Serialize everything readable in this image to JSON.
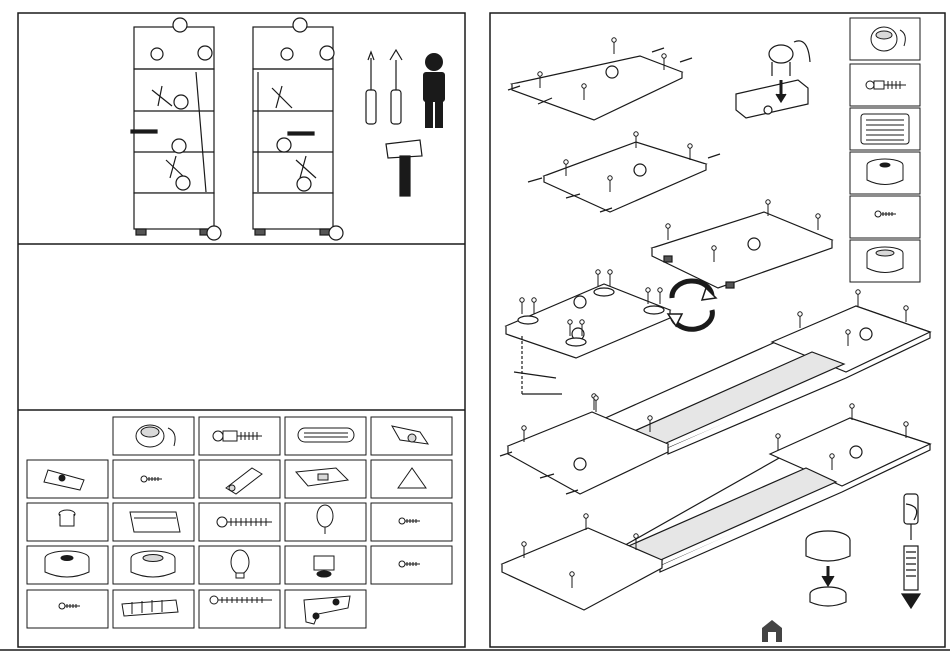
{
  "document": {
    "type": "furniture assembly instruction sheet",
    "pages": 2
  },
  "left_page": {
    "overview": {
      "views": [
        "front-view",
        "alternate-door-view"
      ],
      "tools": [
        "phillips-screwdriver",
        "flat-screwdriver",
        "two-person",
        "hammer"
      ]
    },
    "notes_panel": {
      "text": ""
    },
    "hardware_list": {
      "rows": [
        [
          "cam-lock-fitting",
          "cam-dowel-bolt",
          "wooden-dowel",
          "hinge"
        ],
        [
          "mounting-plate",
          "small-screw",
          "connector",
          "drawer-runner-clip",
          "corner-brace"
        ],
        [
          "shelf-support",
          "handle",
          "long-screw",
          "round-knob",
          "small-screw"
        ],
        [
          "foot-glider-large",
          "foot-glider-ring",
          "button-knob",
          "shelf-pin-clip",
          "small-screw"
        ],
        [
          "small-screw",
          "wall-plug",
          "long-wood-screw",
          "wall-bracket"
        ]
      ]
    }
  },
  "right_page": {
    "parts_legend": [
      "cam-lock-fitting",
      "cam-dowel-bolt",
      "wooden-dowel",
      "foot-glider-large",
      "small-screw",
      "foot-glider-ring"
    ],
    "footer_mark": "brand-logo-mark"
  },
  "colors": {
    "line": "#1a1a1a",
    "paper": "#ffffff",
    "shade": "#d9d9d9",
    "dark": "#333333"
  }
}
